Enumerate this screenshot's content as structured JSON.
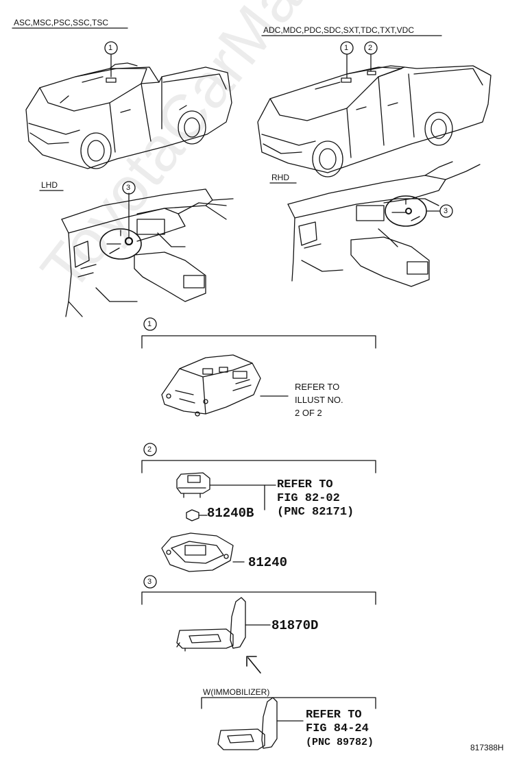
{
  "variants_left": "ASC,MSC,PSC,SSC,TSC",
  "variants_right": "ADC,MDC,PDC,SDC,SXT,TDC,TXT,VDC",
  "lhd_label": "LHD",
  "rhd_label": "RHD",
  "callouts": {
    "c1": "1",
    "c2": "2",
    "c3": "3"
  },
  "section1": {
    "number": "1",
    "refer": [
      "REFER TO",
      "ILLUST NO.",
      "2 OF 2"
    ]
  },
  "section2": {
    "number": "2",
    "refer": [
      "REFER TO",
      "FIG 82-02",
      "(PNC 82171)"
    ],
    "part_bulb": "81240B",
    "part_lamp": "81240"
  },
  "section3": {
    "number": "3",
    "part": "81870D",
    "option_label": "W(IMMOBILIZER)",
    "refer": [
      "REFER TO",
      "FIG 84-24",
      "(PNC 89782)"
    ]
  },
  "watermark": "ToyotaCarMart.ru",
  "illustration_id": "817388H"
}
